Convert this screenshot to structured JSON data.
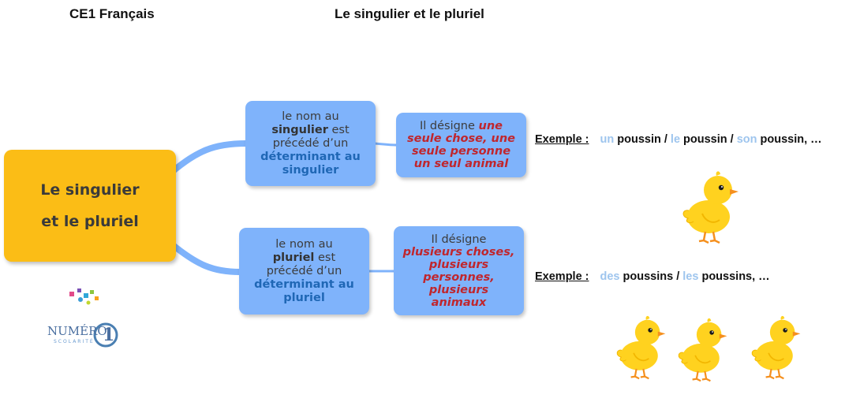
{
  "header": {
    "level": "CE1 Français",
    "title": "Le singulier et le pluriel"
  },
  "central": {
    "line1": "Le singulier",
    "line2": "et le pluriel"
  },
  "singular": {
    "rule_l1": "le nom au",
    "rule_key": "singulier",
    "rule_est": " est",
    "rule_l3": "précédé d’un",
    "rule_det1": "déterminant au",
    "rule_det2": "singulier",
    "meaning_intro": "Il désigne ",
    "meaning_l1": "une",
    "meaning_l2": "seule chose, une",
    "meaning_l3": "seule personne",
    "meaning_l4": "un seul animal",
    "example_label": "Exemple :",
    "ex_a1": "un",
    "ex_t1": " poussin / ",
    "ex_a2": "le",
    "ex_t2": " poussin / ",
    "ex_a3": "son",
    "ex_t3": " poussin, …"
  },
  "plural": {
    "rule_l1": "le nom au",
    "rule_key": "pluriel",
    "rule_est": " est",
    "rule_l3": "précédé d’un",
    "rule_det1": "déterminant au",
    "rule_det2": "pluriel",
    "meaning_intro": "Il désigne",
    "meaning_l1": "plusieurs choses,",
    "meaning_l2": "plusieurs",
    "meaning_l3": "personnes,",
    "meaning_l4": "plusieurs",
    "meaning_l5": "animaux",
    "example_label": "Exemple :",
    "ex_a1": "des",
    "ex_t1": " poussins / ",
    "ex_a2": "les",
    "ex_t2": " poussins, …"
  },
  "logo": {
    "brand": "NUMÉRO",
    "number": "1",
    "sub": "SCOLARITÉ"
  },
  "colors": {
    "central": "#fbbd16",
    "box": "#7fb3fb",
    "connector": "#7fb3fb",
    "determinant": "#1f67b5",
    "emphasis": "#c0262d",
    "article": "#9ec5ee",
    "chick": "#ffd21f"
  },
  "icons": [
    "chick-icon",
    "numero1-logo"
  ]
}
